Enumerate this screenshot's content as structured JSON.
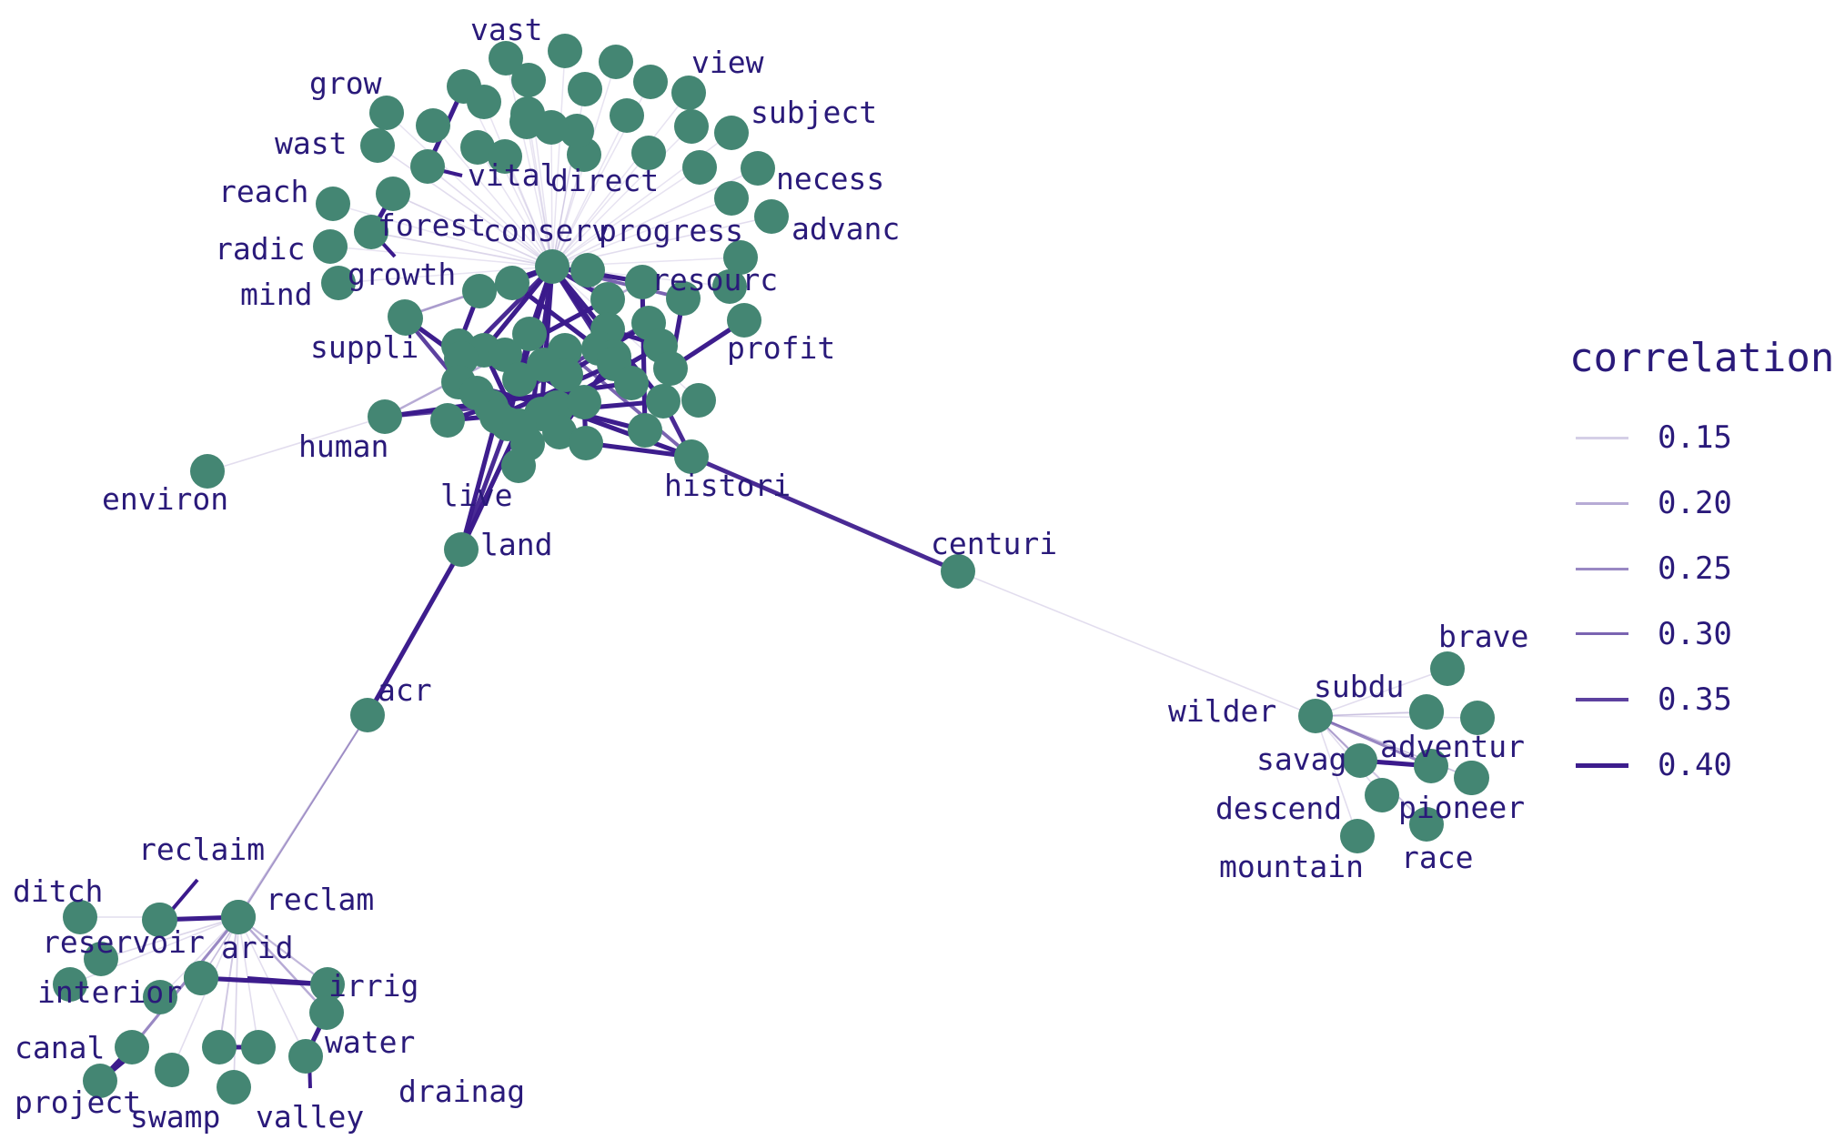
{
  "colors": {
    "node": "#448673",
    "edge": "#3b1a8c",
    "text": "#2a1a7a"
  },
  "legend": {
    "title": "correlation",
    "items": [
      {
        "label": "0.15",
        "value": 0.15
      },
      {
        "label": "0.20",
        "value": 0.2
      },
      {
        "label": "0.25",
        "value": 0.25
      },
      {
        "label": "0.30",
        "value": 0.3
      },
      {
        "label": "0.35",
        "value": 0.35
      },
      {
        "label": "0.40",
        "value": 0.4
      }
    ]
  },
  "nodes": [
    {
      "id": "vast",
      "label": "vast"
    },
    {
      "id": "view",
      "label": "view"
    },
    {
      "id": "grow",
      "label": "grow"
    },
    {
      "id": "subject",
      "label": "subject"
    },
    {
      "id": "wast",
      "label": "wast"
    },
    {
      "id": "vital",
      "label": "vital"
    },
    {
      "id": "direct",
      "label": "direct"
    },
    {
      "id": "necess",
      "label": "necess"
    },
    {
      "id": "reach",
      "label": "reach"
    },
    {
      "id": "forest",
      "label": "forest"
    },
    {
      "id": "conserv",
      "label": "conserv"
    },
    {
      "id": "progress",
      "label": "progress"
    },
    {
      "id": "advanc",
      "label": "advanc"
    },
    {
      "id": "radic",
      "label": "radic"
    },
    {
      "id": "growth",
      "label": "growth"
    },
    {
      "id": "resourc",
      "label": "resourc"
    },
    {
      "id": "mind",
      "label": "mind"
    },
    {
      "id": "suppli",
      "label": "suppli"
    },
    {
      "id": "profit",
      "label": "profit"
    },
    {
      "id": "human",
      "label": "human"
    },
    {
      "id": "environ",
      "label": "environ"
    },
    {
      "id": "live",
      "label": "live"
    },
    {
      "id": "histori",
      "label": "histori"
    },
    {
      "id": "land",
      "label": "land"
    },
    {
      "id": "centuri",
      "label": "centuri"
    },
    {
      "id": "acr",
      "label": "acr"
    },
    {
      "id": "reclaim",
      "label": "reclaim"
    },
    {
      "id": "reclam",
      "label": "reclam"
    },
    {
      "id": "ditch",
      "label": "ditch"
    },
    {
      "id": "reservoir",
      "label": "reservoir"
    },
    {
      "id": "arid",
      "label": "arid"
    },
    {
      "id": "irrig",
      "label": "irrig"
    },
    {
      "id": "interior",
      "label": "interior"
    },
    {
      "id": "water",
      "label": "water"
    },
    {
      "id": "canal",
      "label": "canal"
    },
    {
      "id": "drainag",
      "label": "drainag"
    },
    {
      "id": "project",
      "label": "project"
    },
    {
      "id": "swamp",
      "label": "swamp"
    },
    {
      "id": "valley",
      "label": "valley"
    },
    {
      "id": "brave",
      "label": "brave"
    },
    {
      "id": "subdu",
      "label": "subdu"
    },
    {
      "id": "wilder",
      "label": "wilder"
    },
    {
      "id": "adventur",
      "label": "adventur"
    },
    {
      "id": "savag",
      "label": "savag"
    },
    {
      "id": "descend",
      "label": "descend"
    },
    {
      "id": "pioneer",
      "label": "pioneer"
    },
    {
      "id": "mountain",
      "label": "mountain"
    },
    {
      "id": "race",
      "label": "race"
    },
    {
      "id": "u1"
    },
    {
      "id": "u2"
    },
    {
      "id": "u3"
    },
    {
      "id": "u4"
    },
    {
      "id": "u5"
    },
    {
      "id": "u6"
    },
    {
      "id": "u7"
    },
    {
      "id": "u8"
    },
    {
      "id": "u9"
    },
    {
      "id": "u10"
    },
    {
      "id": "u11"
    },
    {
      "id": "u12"
    },
    {
      "id": "u13"
    },
    {
      "id": "u14"
    },
    {
      "id": "u15"
    },
    {
      "id": "u16"
    },
    {
      "id": "u17"
    },
    {
      "id": "u18"
    },
    {
      "id": "u19"
    },
    {
      "id": "u20"
    },
    {
      "id": "u21"
    },
    {
      "id": "u22"
    },
    {
      "id": "u23"
    },
    {
      "id": "u24"
    },
    {
      "id": "u25"
    },
    {
      "id": "u26"
    },
    {
      "id": "u27"
    },
    {
      "id": "u28"
    },
    {
      "id": "u29"
    },
    {
      "id": "u30"
    },
    {
      "id": "u31"
    },
    {
      "id": "u32"
    },
    {
      "id": "u33"
    },
    {
      "id": "u34"
    },
    {
      "id": "u35"
    },
    {
      "id": "u36"
    },
    {
      "id": "u37"
    },
    {
      "id": "u38"
    },
    {
      "id": "u39"
    },
    {
      "id": "u40"
    },
    {
      "id": "u41"
    },
    {
      "id": "u42"
    },
    {
      "id": "u43"
    },
    {
      "id": "u44"
    },
    {
      "id": "u45"
    },
    {
      "id": "u46"
    },
    {
      "id": "u47"
    },
    {
      "id": "u48"
    },
    {
      "id": "u49"
    },
    {
      "id": "u50"
    },
    {
      "id": "u51"
    },
    {
      "id": "u52"
    },
    {
      "id": "u53"
    },
    {
      "id": "u54"
    },
    {
      "id": "u55"
    },
    {
      "id": "u56"
    },
    {
      "id": "u57"
    },
    {
      "id": "u58"
    },
    {
      "id": "u59"
    },
    {
      "id": "r1"
    },
    {
      "id": "r2"
    },
    {
      "id": "r3"
    },
    {
      "id": "r4"
    },
    {
      "id": "r5"
    },
    {
      "id": "r6"
    },
    {
      "id": "w1"
    },
    {
      "id": "w2"
    },
    {
      "id": "w3"
    }
  ],
  "edges": [
    {
      "source": "conserv",
      "target": "vast",
      "weight": 0.12
    },
    {
      "source": "conserv",
      "target": "view",
      "weight": 0.12
    },
    {
      "source": "conserv",
      "target": "grow",
      "weight": 0.12
    },
    {
      "source": "conserv",
      "target": "subject",
      "weight": 0.12
    },
    {
      "source": "conserv",
      "target": "wast",
      "weight": 0.13
    },
    {
      "source": "conserv",
      "target": "vital",
      "weight": 0.13
    },
    {
      "source": "conserv",
      "target": "direct",
      "weight": 0.13
    },
    {
      "source": "conserv",
      "target": "necess",
      "weight": 0.13
    },
    {
      "source": "conserv",
      "target": "reach",
      "weight": 0.12
    },
    {
      "source": "conserv",
      "target": "forest",
      "weight": 0.14
    },
    {
      "source": "conserv",
      "target": "progress",
      "weight": 0.16
    },
    {
      "source": "conserv",
      "target": "advanc",
      "weight": 0.13
    },
    {
      "source": "conserv",
      "target": "radic",
      "weight": 0.12
    },
    {
      "source": "conserv",
      "target": "growth",
      "weight": 0.14
    },
    {
      "source": "conserv",
      "target": "mind",
      "weight": 0.12
    },
    {
      "source": "conserv",
      "target": "resourc",
      "weight": 0.3
    },
    {
      "source": "conserv",
      "target": "u1",
      "weight": 0.12
    },
    {
      "source": "conserv",
      "target": "u2",
      "weight": 0.12
    },
    {
      "source": "conserv",
      "target": "u3",
      "weight": 0.12
    },
    {
      "source": "conserv",
      "target": "u4",
      "weight": 0.12
    },
    {
      "source": "conserv",
      "target": "u5",
      "weight": 0.12
    },
    {
      "source": "conserv",
      "target": "u6",
      "weight": 0.12
    },
    {
      "source": "conserv",
      "target": "u7",
      "weight": 0.12
    },
    {
      "source": "conserv",
      "target": "u8",
      "weight": 0.12
    },
    {
      "source": "conserv",
      "target": "u9",
      "weight": 0.12
    },
    {
      "source": "conserv",
      "target": "u10",
      "weight": 0.12
    },
    {
      "source": "conserv",
      "target": "u11",
      "weight": 0.12
    },
    {
      "source": "conserv",
      "target": "u12",
      "weight": 0.12
    },
    {
      "source": "conserv",
      "target": "u13",
      "weight": 0.12
    },
    {
      "source": "conserv",
      "target": "u14",
      "weight": 0.12
    },
    {
      "source": "conserv",
      "target": "u15",
      "weight": 0.12
    },
    {
      "source": "conserv",
      "target": "u16",
      "weight": 0.12
    },
    {
      "source": "conserv",
      "target": "u17",
      "weight": 0.12
    },
    {
      "source": "conserv",
      "target": "u18",
      "weight": 0.12
    },
    {
      "source": "conserv",
      "target": "u19",
      "weight": 0.12
    },
    {
      "source": "conserv",
      "target": "u20",
      "weight": 0.12
    },
    {
      "source": "conserv",
      "target": "u21",
      "weight": 0.12
    },
    {
      "source": "conserv",
      "target": "u22",
      "weight": 0.12
    },
    {
      "source": "conserv",
      "target": "u23",
      "weight": 0.22
    },
    {
      "source": "conserv",
      "target": "u24",
      "weight": 0.4
    },
    {
      "source": "conserv",
      "target": "u25",
      "weight": 0.4
    },
    {
      "source": "conserv",
      "target": "u26",
      "weight": 0.38
    },
    {
      "source": "conserv",
      "target": "u27",
      "weight": 0.4
    },
    {
      "source": "conserv",
      "target": "u31",
      "weight": 0.4
    },
    {
      "source": "conserv",
      "target": "u32",
      "weight": 0.4
    },
    {
      "source": "conserv",
      "target": "u35",
      "weight": 0.38
    },
    {
      "source": "conserv",
      "target": "u38",
      "weight": 0.4
    },
    {
      "source": "conserv",
      "target": "u41",
      "weight": 0.4
    },
    {
      "source": "conserv",
      "target": "u44",
      "weight": 0.4
    },
    {
      "source": "conserv",
      "target": "u48",
      "weight": 0.38
    },
    {
      "source": "conserv",
      "target": "u51",
      "weight": 0.4
    },
    {
      "source": "conserv",
      "target": "u55",
      "weight": 0.4
    },
    {
      "source": "vital",
      "target": "u1",
      "weight": 0.4
    },
    {
      "source": "forest",
      "target": "growth",
      "weight": 0.4
    },
    {
      "source": "suppli",
      "target": "u35",
      "weight": 0.4
    },
    {
      "source": "suppli",
      "target": "u42",
      "weight": 0.35
    },
    {
      "source": "profit",
      "target": "u40",
      "weight": 0.4
    },
    {
      "source": "resourc",
      "target": "u40",
      "weight": 0.4
    },
    {
      "source": "progress",
      "target": "u29",
      "weight": 0.2
    },
    {
      "source": "human",
      "target": "u49",
      "weight": 0.4
    },
    {
      "source": "human",
      "target": "u45",
      "weight": 0.35
    },
    {
      "source": "human",
      "target": "u27",
      "weight": 0.2
    },
    {
      "source": "environ",
      "target": "human",
      "weight": 0.13
    },
    {
      "source": "histori",
      "target": "u47",
      "weight": 0.4
    },
    {
      "source": "histori",
      "target": "u54",
      "weight": 0.4
    },
    {
      "source": "histori",
      "target": "u41",
      "weight": 0.38
    },
    {
      "source": "histori",
      "target": "u33",
      "weight": 0.3
    },
    {
      "source": "histori",
      "target": "centuri",
      "weight": 0.38
    },
    {
      "source": "land",
      "target": "u57",
      "weight": 0.4
    },
    {
      "source": "land",
      "target": "u52",
      "weight": 0.4
    },
    {
      "source": "land",
      "target": "u46",
      "weight": 0.38
    },
    {
      "source": "land",
      "target": "acr",
      "weight": 0.4
    },
    {
      "source": "u24",
      "target": "u30",
      "weight": 0.4
    },
    {
      "source": "u25",
      "target": "u34",
      "weight": 0.4
    },
    {
      "source": "u26",
      "target": "u36",
      "weight": 0.4
    },
    {
      "source": "u28",
      "target": "u37",
      "weight": 0.4
    },
    {
      "source": "u29",
      "target": "u39",
      "weight": 0.4
    },
    {
      "source": "u30",
      "target": "u43",
      "weight": 0.4
    },
    {
      "source": "u32",
      "target": "u46",
      "weight": 0.4
    },
    {
      "source": "u33",
      "target": "u47",
      "weight": 0.4
    },
    {
      "source": "u34",
      "target": "u49",
      "weight": 0.4
    },
    {
      "source": "u36",
      "target": "u50",
      "weight": 0.4
    },
    {
      "source": "u37",
      "target": "u53",
      "weight": 0.4
    },
    {
      "source": "u39",
      "target": "u55",
      "weight": 0.4
    },
    {
      "source": "u42",
      "target": "u56",
      "weight": 0.4
    },
    {
      "source": "u43",
      "target": "u57",
      "weight": 0.4
    },
    {
      "source": "u44",
      "target": "u58",
      "weight": 0.4
    },
    {
      "source": "u45",
      "target": "u59",
      "weight": 0.4
    },
    {
      "source": "u48",
      "target": "u52",
      "weight": 0.4
    },
    {
      "source": "u50",
      "target": "u54",
      "weight": 0.4
    },
    {
      "source": "u51",
      "target": "u31",
      "weight": 0.4
    },
    {
      "source": "u53",
      "target": "u38",
      "weight": 0.4
    },
    {
      "source": "u56",
      "target": "u27",
      "weight": 0.4
    },
    {
      "source": "u58",
      "target": "u35",
      "weight": 0.4
    },
    {
      "source": "u59",
      "target": "u41",
      "weight": 0.4
    },
    {
      "source": "u46",
      "target": "u52",
      "weight": 0.38
    },
    {
      "source": "u47",
      "target": "u54",
      "weight": 0.38
    },
    {
      "source": "u28",
      "target": "u45",
      "weight": 0.35
    },
    {
      "source": "acr",
      "target": "reclam",
      "weight": 0.18
    },
    {
      "source": "acr",
      "target": "arid",
      "weight": 0.14
    },
    {
      "source": "acr",
      "target": "r1",
      "weight": 0.12
    },
    {
      "source": "reclaim",
      "target": "reclam",
      "weight": 0.4
    },
    {
      "source": "reclaim",
      "target": "r3",
      "weight": 0.4
    },
    {
      "source": "reclam",
      "target": "ditch",
      "weight": 0.13
    },
    {
      "source": "reclam",
      "target": "reservoir",
      "weight": 0.14
    },
    {
      "source": "reclam",
      "target": "interior",
      "weight": 0.13
    },
    {
      "source": "reclam",
      "target": "canal",
      "weight": 0.25
    },
    {
      "source": "reclam",
      "target": "swamp",
      "weight": 0.13
    },
    {
      "source": "reclam",
      "target": "valley",
      "weight": 0.14
    },
    {
      "source": "reclam",
      "target": "water",
      "weight": 0.2
    },
    {
      "source": "reclam",
      "target": "drainag",
      "weight": 0.13
    },
    {
      "source": "reclam",
      "target": "r2",
      "weight": 0.4
    },
    {
      "source": "reclam",
      "target": "r4",
      "weight": 0.13
    },
    {
      "source": "reclam",
      "target": "r5",
      "weight": 0.16
    },
    {
      "source": "reclam",
      "target": "r6",
      "weight": 0.13
    },
    {
      "source": "reclam",
      "target": "irrig",
      "weight": 0.18
    },
    {
      "source": "arid",
      "target": "irrig",
      "weight": 0.4
    },
    {
      "source": "r5",
      "target": "r6",
      "weight": 0.4
    },
    {
      "source": "project",
      "target": "canal",
      "weight": 0.4
    },
    {
      "source": "water",
      "target": "drainag",
      "weight": 0.4
    },
    {
      "source": "centuri",
      "target": "wilder",
      "weight": 0.13
    },
    {
      "source": "wilder",
      "target": "subdu",
      "weight": 0.13
    },
    {
      "source": "wilder",
      "target": "brave",
      "weight": 0.13
    },
    {
      "source": "wilder",
      "target": "adventur",
      "weight": 0.25
    },
    {
      "source": "wilder",
      "target": "savag",
      "weight": 0.16
    },
    {
      "source": "wilder",
      "target": "descend",
      "weight": 0.13
    },
    {
      "source": "wilder",
      "target": "pioneer",
      "weight": 0.16
    },
    {
      "source": "wilder",
      "target": "mountain",
      "weight": 0.13
    },
    {
      "source": "wilder",
      "target": "race",
      "weight": 0.13
    },
    {
      "source": "wilder",
      "target": "w1",
      "weight": 0.13
    },
    {
      "source": "wilder",
      "target": "w2",
      "weight": 0.13
    },
    {
      "source": "wilder",
      "target": "w3",
      "weight": 0.13
    },
    {
      "source": "savag",
      "target": "adventur",
      "weight": 0.4
    }
  ]
}
